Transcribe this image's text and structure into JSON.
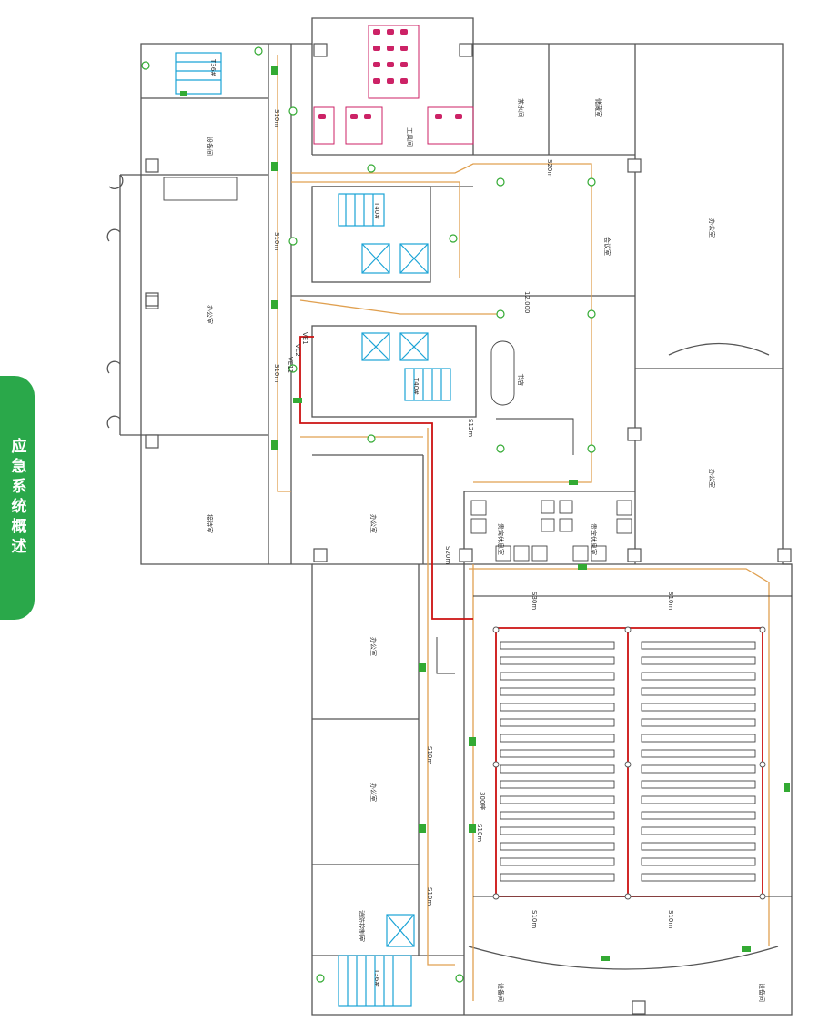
{
  "sidebar": {
    "label": "应急系统概述",
    "color": "#2aa84a"
  },
  "colors": {
    "wall": "#555555",
    "stair": "#1aa3d6",
    "light": "#33aa33",
    "orange": "#e0a050",
    "red": "#cc1111",
    "toilet": "#cc2266"
  },
  "icons": [
    "emergency-light-icon",
    "exit-sign-icon",
    "stair-icon",
    "elevator-icon",
    "toilet-icon",
    "seat-icon"
  ],
  "rooms": {
    "office": "办公室",
    "pantry": "茶水间",
    "janitor": "工具间",
    "reception": "接待室",
    "equipment": "设备间",
    "conference": "会议室",
    "vip": "贵宾休息室",
    "control": "消防控制室",
    "bookstore": "书店",
    "storage": "储藏室"
  },
  "labels": {
    "stair_ne": "T36#",
    "stair_se": "T36#",
    "stair_c1": "T40#",
    "stair_c2": "T40#",
    "ve1": "VE1",
    "ve2": "VE2",
    "ve11": "VE11",
    "elev": "12.000",
    "hall_seats": "300座",
    "cable_s20": "S20m",
    "cable_s10": "S10m",
    "cable_s12": "S12m",
    "cable_s30": "S30m"
  }
}
